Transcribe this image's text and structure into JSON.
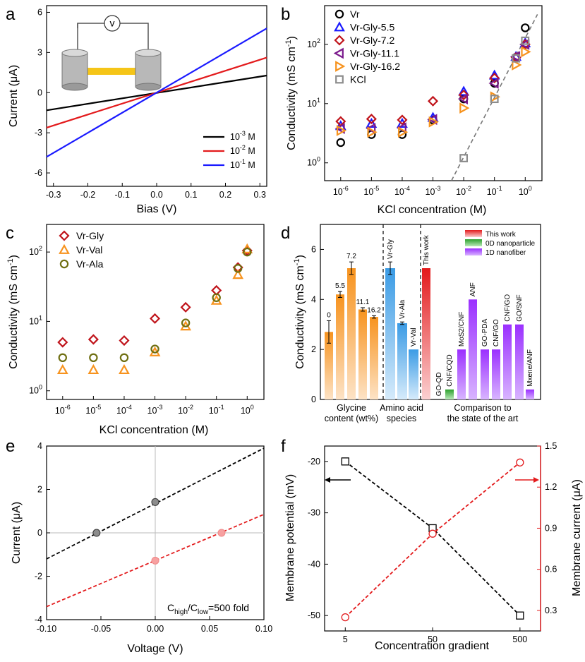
{
  "colors": {
    "black": "#000000",
    "red": "#e31a1c",
    "blue": "#1a1aff",
    "darkred": "#c0141b",
    "purple": "#7b1a8c",
    "orange": "#f7931e",
    "gray": "#8c8c8c",
    "olive": "#6e6e10",
    "green": "#2ca02c",
    "violet": "#9b30ff",
    "sky": "#3a9be5"
  },
  "chart_data": [
    {
      "panel": "a",
      "type": "line",
      "xlabel": "Bias (V)",
      "ylabel": "Current (μA)",
      "xlim": [
        -0.32,
        0.32
      ],
      "ylim": [
        -7,
        6.5
      ],
      "xticks": [
        -0.3,
        -0.2,
        -0.1,
        0,
        0.1,
        0.2,
        0.3
      ],
      "xtick_labels": [
        "-0.3",
        "-0.2",
        "-0.1",
        "0.0",
        "0.1",
        "0.2",
        "0.3"
      ],
      "yticks": [
        -6,
        -3,
        0,
        3,
        6
      ],
      "ytick_labels": [
        "-6",
        "-3",
        "0",
        "3",
        "6"
      ],
      "inset_label": "v",
      "series": [
        {
          "name": "10-3 M",
          "legend_base": "10",
          "legend_exp": "-3",
          "legend_unit": " M",
          "color": "#000000",
          "x": [
            -0.32,
            0.32
          ],
          "y": [
            -1.32,
            1.28
          ]
        },
        {
          "name": "10-2 M",
          "legend_base": "10",
          "legend_exp": "-2",
          "legend_unit": " M",
          "color": "#e31a1c",
          "x": [
            -0.32,
            0.32
          ],
          "y": [
            -2.62,
            2.62
          ]
        },
        {
          "name": "10-1 M",
          "legend_base": "10",
          "legend_exp": "-1",
          "legend_unit": " M",
          "color": "#1a1aff",
          "x": [
            -0.32,
            0.32
          ],
          "y": [
            -4.8,
            4.8
          ]
        }
      ]
    },
    {
      "panel": "b",
      "type": "scatter",
      "yscale": "log",
      "xscale": "log",
      "xlabel": "KCl concentration (M)",
      "ylabel_main": "Conductivity (mS cm",
      "ylabel_exp": "-1",
      "ylabel_end": ")",
      "xlim": [
        3e-07,
        3.5
      ],
      "ylim": [
        0.5,
        450
      ],
      "xticks": [
        1e-06,
        1e-05,
        0.0001,
        0.001,
        0.01,
        0.1,
        1
      ],
      "xtick_exps": [
        "-6",
        "-5",
        "-4",
        "-3",
        "-2",
        "-1",
        "0"
      ],
      "yticks": [
        1,
        10,
        100
      ],
      "ytick_exps": [
        "0",
        "1",
        "2"
      ],
      "x": [
        1e-06,
        1e-05,
        0.0001,
        0.001,
        0.01,
        0.1,
        0.5,
        1
      ],
      "series": [
        {
          "name": "Vr",
          "marker": "circle",
          "color": "#000000",
          "y": [
            2.2,
            3.0,
            3.0,
            5.3,
            12,
            22,
            60,
            190
          ]
        },
        {
          "name": "Vr-Gly-5.5",
          "marker": "tri-up",
          "color": "#1a1aff",
          "y": [
            4.2,
            4.6,
            4.6,
            5.8,
            16,
            30,
            62,
            105
          ]
        },
        {
          "name": "Vr-Gly-7.2",
          "marker": "diamond",
          "color": "#c0141b",
          "y": [
            5.0,
            5.5,
            5.3,
            11,
            14,
            27,
            60,
            100
          ]
        },
        {
          "name": "Vr-Gly-11.1",
          "marker": "tri-left",
          "color": "#7b1a8c",
          "y": [
            3.8,
            3.8,
            3.9,
            5.4,
            12,
            22,
            62,
            100
          ]
        },
        {
          "name": "Vr-Gly-16.2",
          "marker": "tri-right",
          "color": "#f7931e",
          "y": [
            3.5,
            3.3,
            3.3,
            4.9,
            8.4,
            13,
            45,
            75
          ]
        },
        {
          "name": "KCl",
          "marker": "square",
          "color": "#8c8c8c",
          "x": [
            0.01,
            0.1,
            0.5,
            1
          ],
          "y": [
            1.2,
            12,
            58,
            115
          ]
        }
      ],
      "fit_line": {
        "x": [
          0.004,
          2.5
        ],
        "y": [
          0.5,
          320
        ]
      }
    },
    {
      "panel": "c",
      "type": "scatter",
      "yscale": "log",
      "xscale": "log",
      "xlabel": "KCl concentration (M)",
      "ylabel_main": "Conductivity (mS cm",
      "ylabel_exp": "-1",
      "ylabel_end": ")",
      "xlim": [
        3e-07,
        3.5
      ],
      "ylim": [
        0.75,
        250
      ],
      "xticks": [
        1e-06,
        1e-05,
        0.0001,
        0.001,
        0.01,
        0.1,
        1
      ],
      "xtick_exps": [
        "-6",
        "-5",
        "-4",
        "-3",
        "-2",
        "-1",
        "0"
      ],
      "yticks": [
        1,
        10,
        100
      ],
      "ytick_exps": [
        "0",
        "1",
        "2"
      ],
      "x": [
        1e-06,
        1e-05,
        0.0001,
        0.001,
        0.01,
        0.1,
        0.5,
        1
      ],
      "series": [
        {
          "name": "Vr-Gly",
          "marker": "diamond",
          "color": "#c0141b",
          "y": [
            5.0,
            5.5,
            5.3,
            11,
            16,
            28,
            60,
            105
          ]
        },
        {
          "name": "Vr-Val",
          "marker": "tri-up",
          "color": "#f7931e",
          "y": [
            2.0,
            2.0,
            2.0,
            3.6,
            8.5,
            20,
            47,
            110
          ]
        },
        {
          "name": "Vr-Ala",
          "marker": "circle",
          "color": "#6e6e10",
          "y": [
            3.0,
            3.0,
            3.0,
            4.0,
            9.5,
            22,
            58,
            100
          ]
        }
      ]
    },
    {
      "panel": "d",
      "type": "bar",
      "ylabel_main": "Conductivity (mS cm",
      "ylabel_exp": "-1",
      "ylabel_end": ")",
      "ylim": [
        0,
        7
      ],
      "yticks": [
        0,
        2,
        4,
        6
      ],
      "groups": [
        {
          "label": "Glycine\ncontent (wt%)",
          "line1": "Glycine",
          "line2": "content (wt%)",
          "categories": [
            "0",
            "5.5",
            "7.2",
            "11.1",
            "16.2"
          ],
          "values": [
            2.7,
            4.2,
            5.25,
            3.6,
            3.3
          ],
          "errors": [
            0.45,
            0.12,
            0.25,
            0.07,
            0.05
          ],
          "color": "#f7931e"
        },
        {
          "label": "Amino acid\nspecies",
          "line1": "Amino acid",
          "line2": "species",
          "categories": [
            "Vr-Gly",
            "Vr-Ala",
            "Vr-Val"
          ],
          "values": [
            5.25,
            3.05,
            2.0
          ],
          "errors": [
            0.25,
            0.05,
            0
          ],
          "color": "#3a9be5"
        },
        {
          "label": "Comparison to\nthe state of the art",
          "line1": "Comparison to",
          "line2": "the state of the art",
          "categories": [
            "This work",
            "GO-QD",
            "CNF/CQD",
            "MoS2/CNF",
            "ANF",
            "GO-PDA",
            "CNF/GO",
            "CNF/GO",
            "GO/SNF",
            "Mxene/ANF"
          ],
          "values": [
            5.25,
            0.02,
            0.4,
            2.0,
            4.0,
            2.0,
            2.0,
            3.0,
            3.0,
            0.4
          ],
          "kinds": [
            "this",
            "np",
            "np",
            "nf",
            "nf",
            "nf",
            "nf",
            "nf",
            "nf",
            "nf"
          ]
        }
      ],
      "legend": [
        "This work",
        "0D nanoparticle",
        "1D nanofiber"
      ]
    },
    {
      "panel": "e",
      "type": "line",
      "xlabel": "Voltage (V)",
      "ylabel": "Current (μA)",
      "xlim": [
        -0.1,
        0.1
      ],
      "ylim": [
        -4,
        4
      ],
      "xticks": [
        -0.1,
        -0.05,
        0.0,
        0.05,
        0.1
      ],
      "xtick_labels": [
        "-0.10",
        "-0.05",
        "0.00",
        "0.05",
        "0.10"
      ],
      "yticks": [
        -4,
        -2,
        0,
        2,
        4
      ],
      "ytick_labels": [
        "-4",
        "-2",
        "0",
        "2",
        "4"
      ],
      "annotation_main": "C",
      "annotation_sub1": "high",
      "annotation_mid": "/C",
      "annotation_sub2": "low",
      "annotation_end": "=500 fold",
      "series": [
        {
          "color": "#000000",
          "x": [
            -0.1,
            0.1
          ],
          "y": [
            -1.2,
            3.9
          ],
          "points_x": [
            -0.054,
            0
          ],
          "points_y": [
            0,
            1.42
          ]
        },
        {
          "color": "#e31a1c",
          "x": [
            -0.1,
            0.1
          ],
          "y": [
            -3.4,
            0.85
          ],
          "points_x": [
            0,
            0.061
          ],
          "points_y": [
            -1.28,
            0
          ]
        }
      ]
    },
    {
      "panel": "f",
      "type": "line",
      "xscale": "log",
      "xlabel": "Concentration gradient",
      "ylabel_left": "Membrane potential (mV)",
      "ylabel_right": "Membrane current (μA)",
      "x": [
        5,
        50,
        500
      ],
      "xtick_labels": [
        "5",
        "50",
        "500"
      ],
      "ylim_left": [
        -53,
        -17
      ],
      "yticks_left": [
        -50,
        -40,
        -30,
        -20
      ],
      "ytick_left_labels": [
        "-50",
        "-40",
        "-30",
        "-20"
      ],
      "ylim_right": [
        0.15,
        1.5
      ],
      "yticks_right": [
        0.3,
        0.6,
        0.9,
        1.2,
        1.5
      ],
      "ytick_right_labels": [
        "0.3",
        "0.6",
        "0.9",
        "1.2",
        "1.5"
      ],
      "series": [
        {
          "name": "Membrane potential",
          "axis": "left",
          "color": "#000000",
          "y": [
            -20,
            -33,
            -50
          ]
        },
        {
          "name": "Membrane current",
          "axis": "right",
          "color": "#e31a1c",
          "y": [
            0.25,
            0.86,
            1.38
          ]
        }
      ]
    }
  ]
}
